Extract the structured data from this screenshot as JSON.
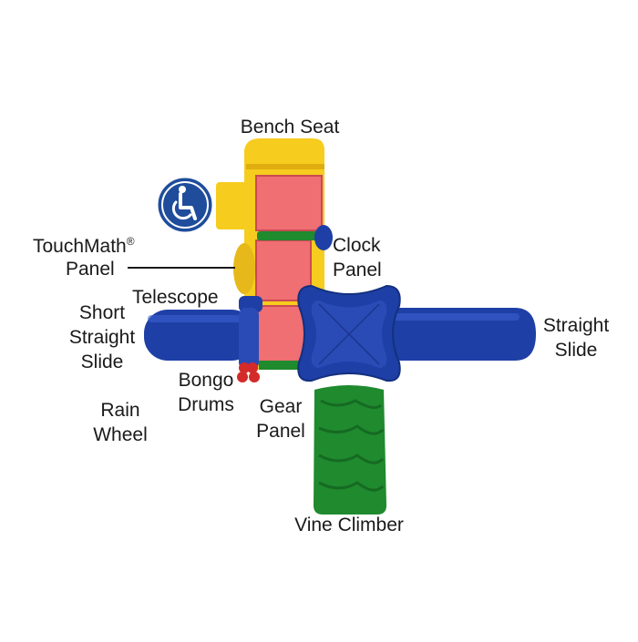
{
  "labels": {
    "bench_seat": "Bench Seat",
    "touchmath_line1": "TouchMath",
    "touchmath_reg": "®",
    "touchmath_line2": "Panel",
    "clock_line1": "Clock",
    "clock_line2": "Panel",
    "telescope": "Telescope",
    "short_line1": "Short",
    "short_line2": "Straight",
    "short_line3": "Slide",
    "straight_line1": "Straight",
    "straight_line2": "Slide",
    "bongo_line1": "Bongo",
    "bongo_line2": "Drums",
    "rain_line1": "Rain",
    "rain_line2": "Wheel",
    "gear_line1": "Gear",
    "gear_line2": "Panel",
    "vine_climber": "Vine Climber"
  },
  "colors": {
    "slide_blue": "#1e3fa6",
    "deck_red": "#ef6f73",
    "roof_yellow": "#f6cc1e",
    "climber_green": "#1f8a2e",
    "accessible_badge": "#1f4d9c"
  },
  "icons": {
    "accessibility": "wheelchair-icon"
  }
}
